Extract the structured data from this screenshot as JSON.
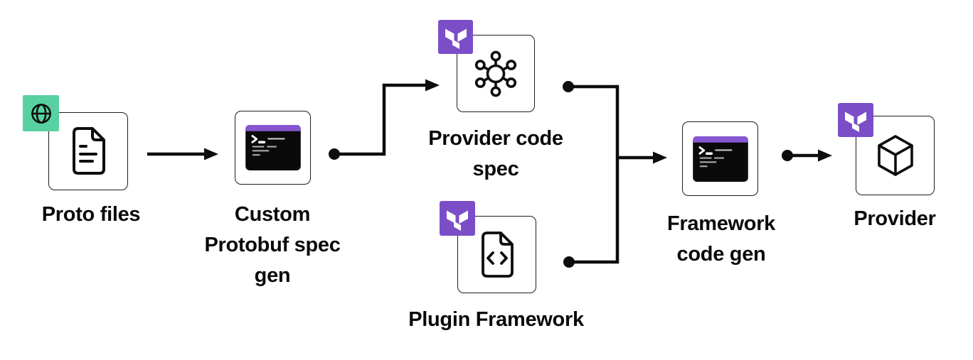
{
  "diagram_title": "",
  "nodes": {
    "proto": {
      "label": "Proto files",
      "icon": "document-icon",
      "badge": "globe-badge"
    },
    "custom": {
      "label": "Custom Protobuf spec gen",
      "line1": "Custom",
      "line2": "Protobuf spec",
      "line3": "gen",
      "icon": "terminal-icon"
    },
    "spec": {
      "label": "Provider code spec",
      "line1": "Provider code",
      "line2": "spec",
      "icon": "hub-icon",
      "badge": "terraform-badge"
    },
    "plugin": {
      "label": "Plugin Framework",
      "icon": "code-file-icon",
      "badge": "terraform-badge"
    },
    "framework": {
      "label": "Framework code gen",
      "line1": "Framework",
      "line2": "code gen",
      "icon": "terminal-icon"
    },
    "provider": {
      "label": "Provider",
      "icon": "cube-icon",
      "badge": "terraform-badge"
    }
  },
  "edges": [
    {
      "from": "proto",
      "to": "custom",
      "style": "arrow"
    },
    {
      "from": "custom",
      "to": "spec",
      "style": "dot-elbow-arrow"
    },
    {
      "from": "spec",
      "to": "framework",
      "style": "dot-merge-arrow"
    },
    {
      "from": "plugin",
      "to": "framework",
      "style": "dot-merge-arrow"
    },
    {
      "from": "framework",
      "to": "provider",
      "style": "dot-arrow"
    }
  ],
  "colors": {
    "background": "#ffffff",
    "ink": "#0d0d0d",
    "box_border": "#1d1d1f",
    "box_fill": "#ffffff",
    "terraform_purple": "#7b4ec8",
    "terminal_bar_purple": "#8757d1",
    "terminal_background": "#0a0a0b",
    "terminal_text": "#c9c9c9",
    "globe_badge_green": "#58d1a2",
    "label_text": "#0a0a0a"
  }
}
